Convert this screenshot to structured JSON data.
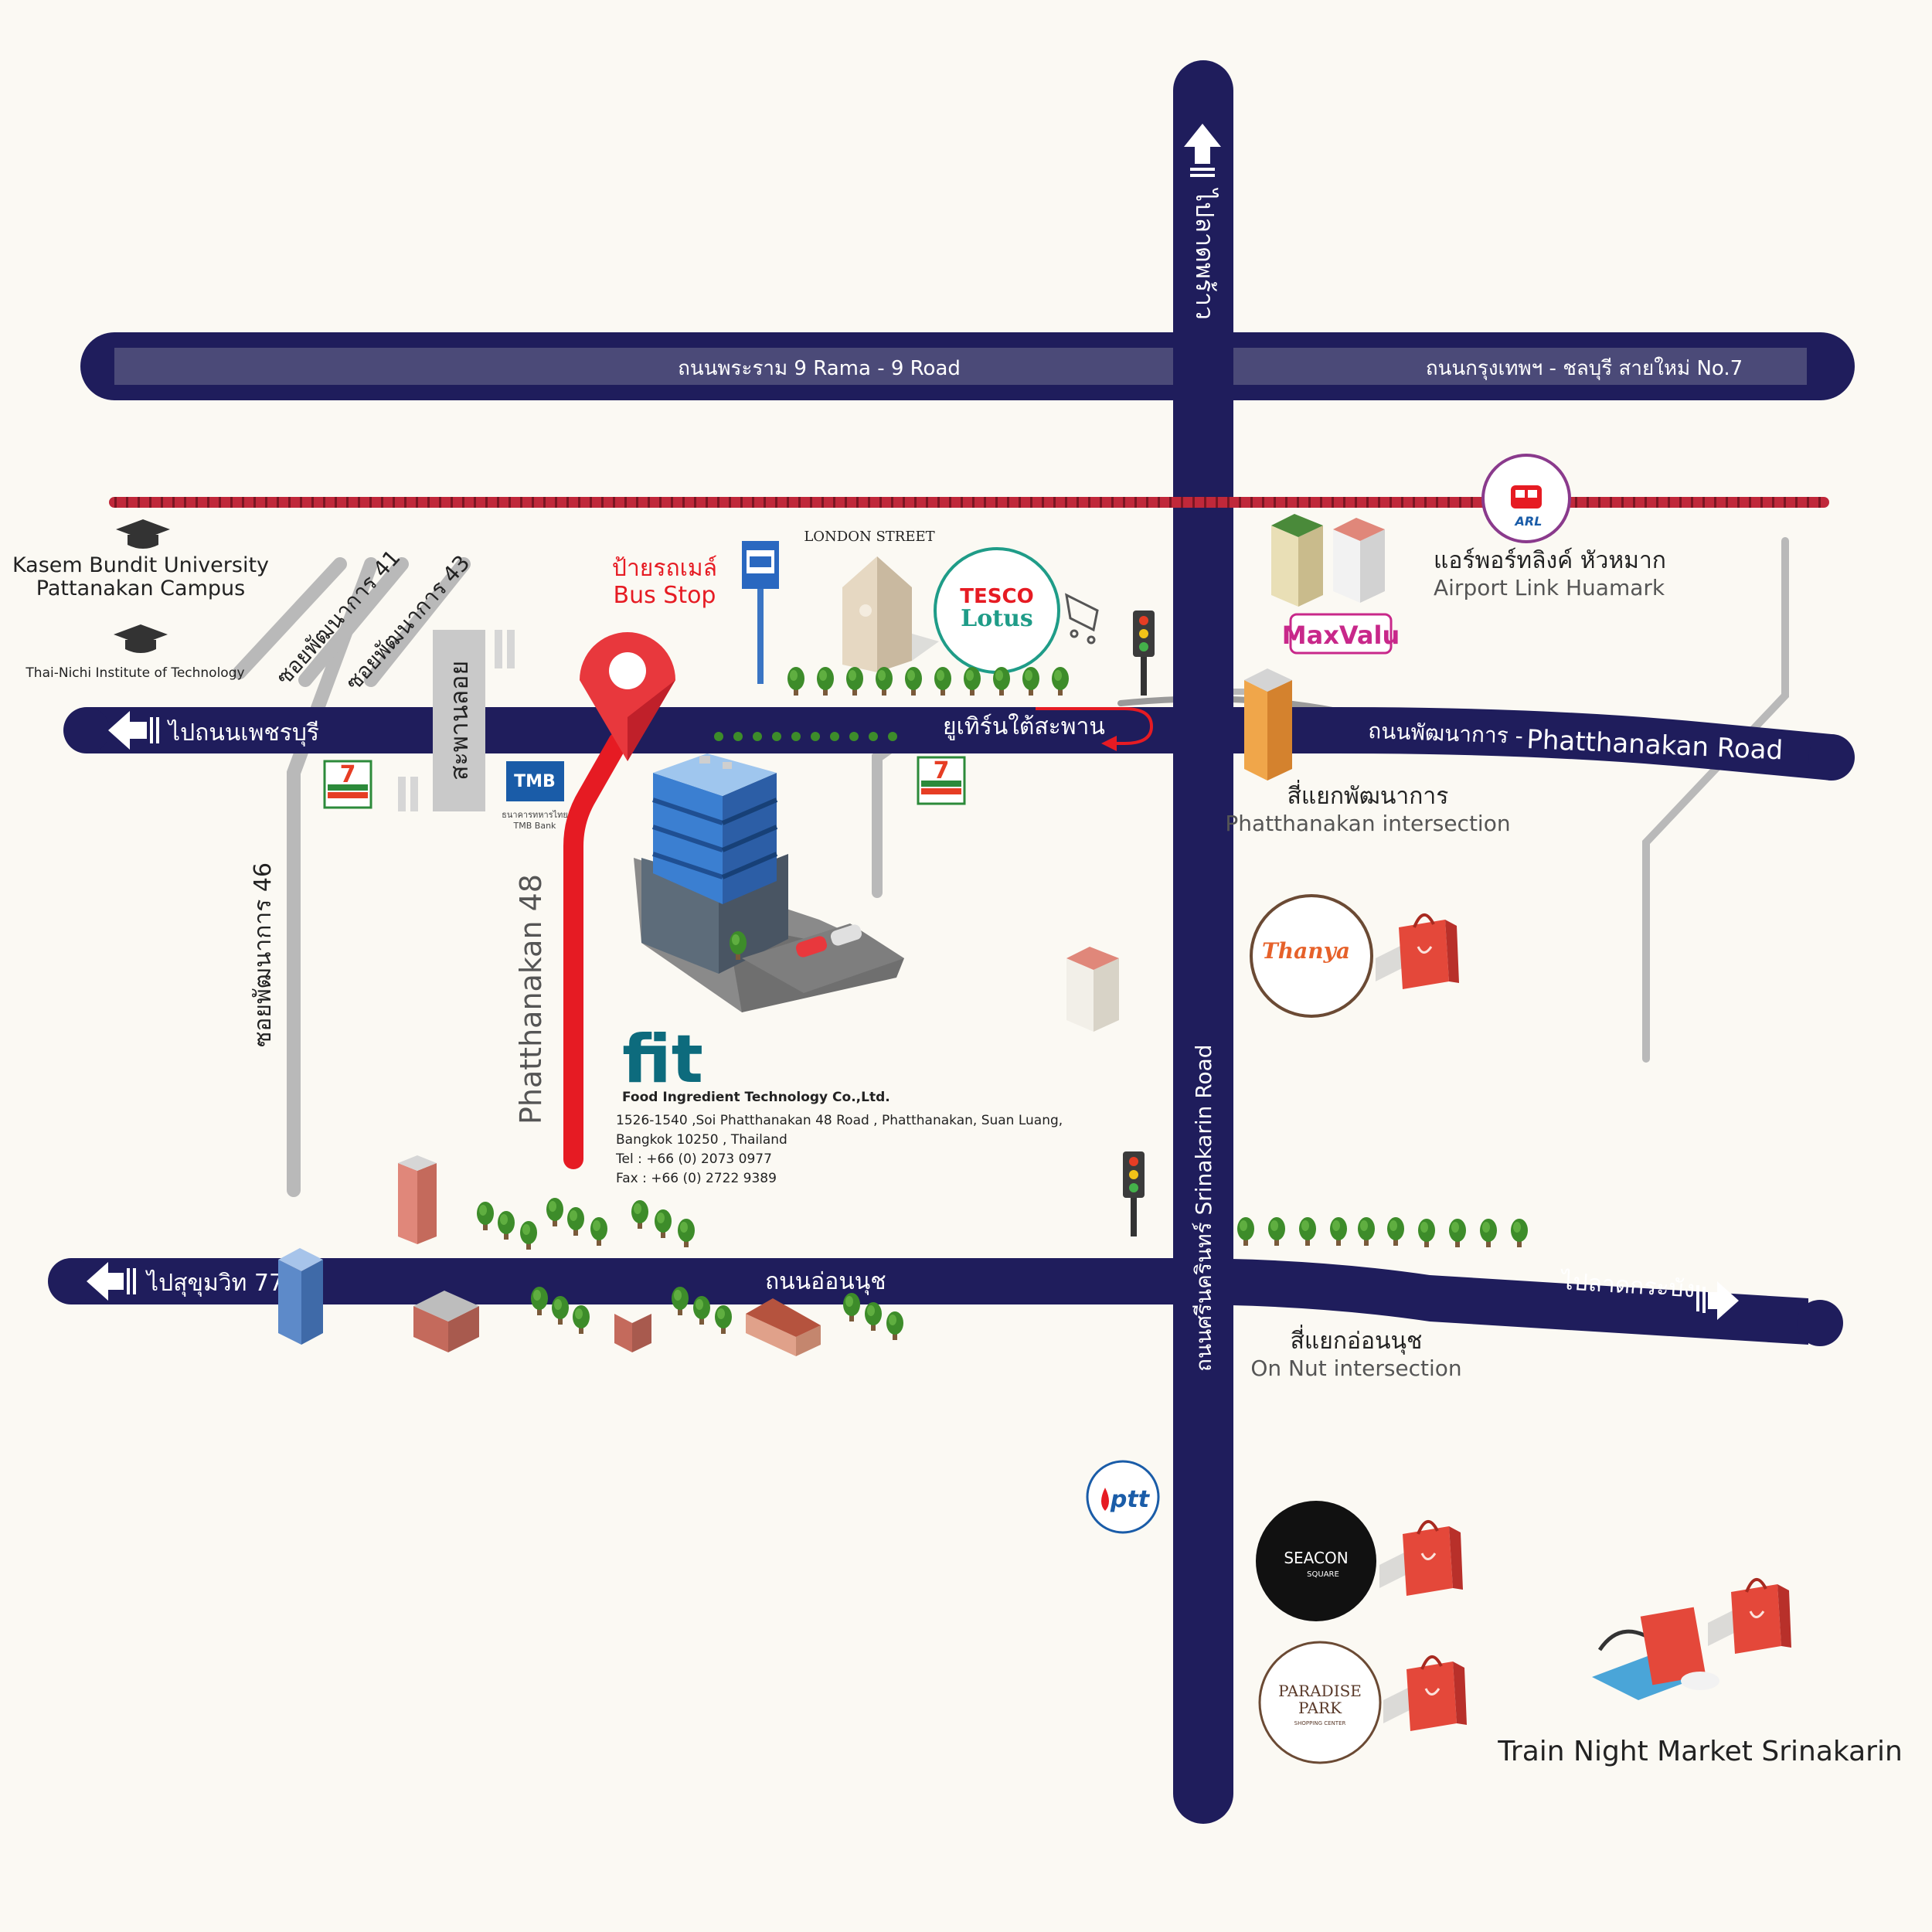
{
  "roads": {
    "rama9": "ถนนพระราม 9  Rama - 9 Road",
    "bangkok_chonburi": "ถนนกรุงเทพฯ - ชลบุรี สายใหม่ No.7",
    "to_latphrao": "ไปลาดพร้าว",
    "to_phetchaburi": "ไปถนนเพชรบุรี",
    "u_turn": "ยูเทิร์นใต้สะพาน",
    "phatthanakan_th": "ถนนพัฒนาการ -",
    "phatthanakan_en": "Phatthanakan Road",
    "soi41": "ซอยพัฒนาการ 41",
    "soi43": "ซอยพัฒนาการ 43",
    "soi46": "ซอยพัฒนาการ 46",
    "flyover": "สะพานลอย",
    "soi48": "Phatthanakan 48",
    "srinakarin": "ถนนศรีนครินทร์  Srinakarin Road",
    "to_sukhumvit77": "ไปสุขุมวิท 77",
    "on_nut_road": "ถนนอ่อนนุช",
    "to_latkrabang": "ไปลาดกระบัง"
  },
  "places": {
    "kasem_bundit_1": "Kasem Bundit University",
    "kasem_bundit_2": "Pattanakan Campus",
    "thai_nichi": "Thai-Nichi Institute of Technology",
    "bus_stop_th": "ป้ายรถเมล์",
    "bus_stop_en": "Bus Stop",
    "london_street": "LONDON STREET",
    "airport_link_th": "แอร์พอร์ทลิงค์ หัวหมาก",
    "airport_link_en": "Airport Link Huamark",
    "phatthanakan_int_th": "สี่แยกพัฒนาการ",
    "phatthanakan_int_en": "Phatthanakan intersection",
    "on_nut_int_th": "สี่แยกอ่อนนุช",
    "on_nut_int_en": "On Nut intersection",
    "train_market": "Train Night Market Srinakarin"
  },
  "logos": {
    "tesco_1": "TESCO",
    "tesco_2": "Lotus",
    "maxvalu": "MaxValu",
    "arl": "ARL",
    "seven_eleven": "ELEVEN",
    "tmb": "TMB",
    "tmb_caption_1": "ธนาคารทหารไทย",
    "tmb_caption_2": "TMB Bank",
    "thanya": "Thanya",
    "seacon": "SEACON",
    "seacon_sub": "SQUARE",
    "paradise_1": "PARADISE",
    "paradise_2": "PARK",
    "paradise_sub": "SHOPPING CENTER",
    "ptt": "ptt",
    "fit": "fit"
  },
  "company": {
    "name": "Food Ingredient Technology Co.,Ltd.",
    "address_1": "1526-1540 ,Soi Phatthanakan 48 Road , Phatthanakan, Suan Luang,",
    "address_2": "Bangkok 10250 , Thailand",
    "tel": "Tel  : +66 (0) 2073 0977",
    "fax": "Fax : +66 (0) 2722 9389"
  },
  "colors": {
    "road": "#1f1d5c",
    "road_band": "#4b4a78",
    "rail": "#c0283a",
    "route": "#e61b23",
    "side_road": "#b9b9b9",
    "tree": "#3d8c2a"
  }
}
